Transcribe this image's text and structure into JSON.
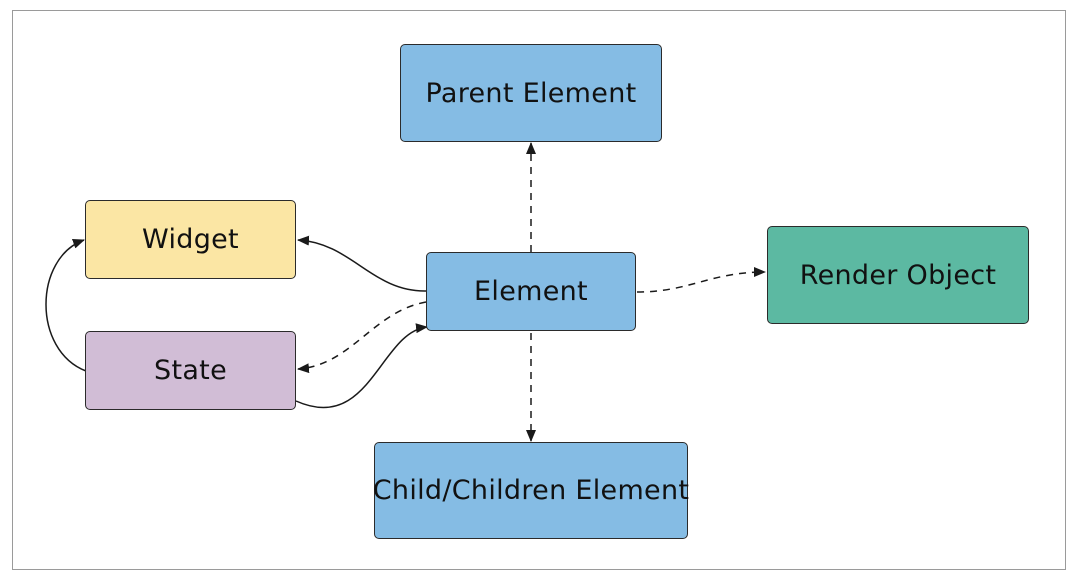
{
  "diagram": {
    "nodes": [
      {
        "id": "parent",
        "label": "Parent Element",
        "color": "#85bce4"
      },
      {
        "id": "widget",
        "label": "Widget",
        "color": "#fbe6a4"
      },
      {
        "id": "element",
        "label": "Element",
        "color": "#85bce4"
      },
      {
        "id": "render",
        "label": "Render Object",
        "color": "#5cb9a2"
      },
      {
        "id": "state",
        "label": "State",
        "color": "#d1bdd6"
      },
      {
        "id": "child",
        "label": "Child/Children Element",
        "color": "#85bce4"
      }
    ],
    "edges": [
      {
        "from": "element",
        "to": "parent",
        "style": "dashed"
      },
      {
        "from": "element",
        "to": "child",
        "style": "dashed"
      },
      {
        "from": "element",
        "to": "render",
        "style": "dashed"
      },
      {
        "from": "element",
        "to": "widget",
        "style": "solid"
      },
      {
        "from": "element",
        "to": "state",
        "style": "dashed"
      },
      {
        "from": "state",
        "to": "element",
        "style": "solid"
      },
      {
        "from": "state",
        "to": "widget",
        "style": "solid"
      }
    ],
    "colors": {
      "border": "#2b2b2b",
      "line": "#1a1a1a",
      "frame": "#9a9a9a"
    }
  }
}
